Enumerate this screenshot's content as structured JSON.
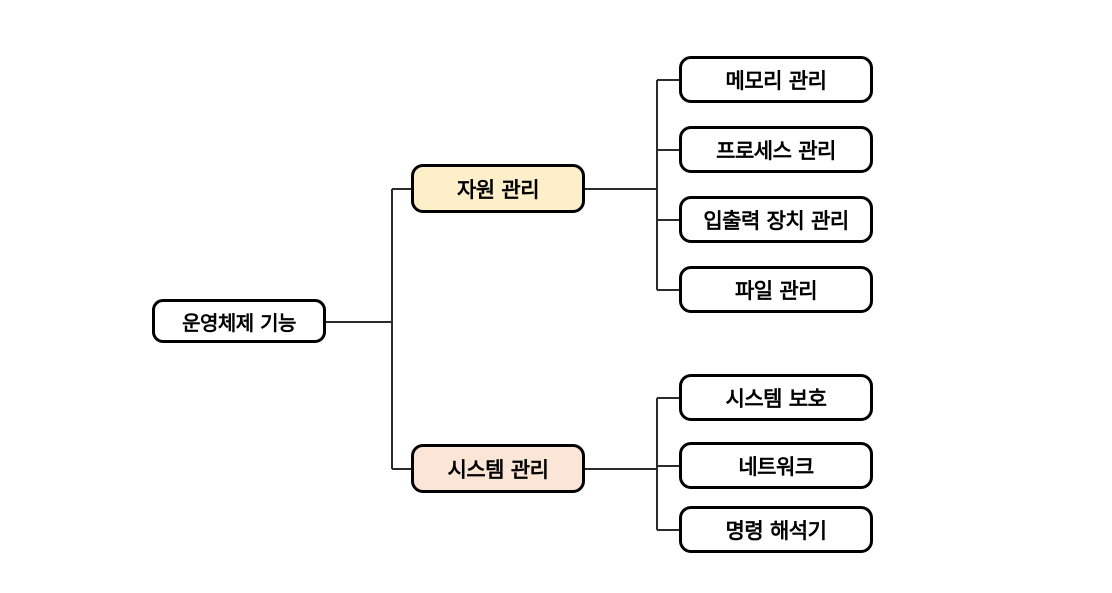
{
  "diagram": {
    "type": "tree",
    "title_text": "운영체제 기능",
    "background_color": "#ffffff",
    "line_color": "#2b2b2b",
    "border_color": "#000000",
    "root": {
      "label": "운영체제 기능",
      "fill": "#ffffff"
    },
    "branches": [
      {
        "label": "자원 관리",
        "fill": "#fcefc9",
        "children": [
          {
            "label": "메모리 관리",
            "fill": "#ffffff"
          },
          {
            "label": "프로세스 관리",
            "fill": "#ffffff"
          },
          {
            "label": "입출력 장치 관리",
            "fill": "#ffffff"
          },
          {
            "label": "파일 관리",
            "fill": "#ffffff"
          }
        ]
      },
      {
        "label": "시스템 관리",
        "fill": "#fbe5d7",
        "children": [
          {
            "label": "시스템 보호",
            "fill": "#ffffff"
          },
          {
            "label": "네트워크",
            "fill": "#ffffff"
          },
          {
            "label": "명령 해석기",
            "fill": "#ffffff"
          }
        ]
      }
    ]
  }
}
